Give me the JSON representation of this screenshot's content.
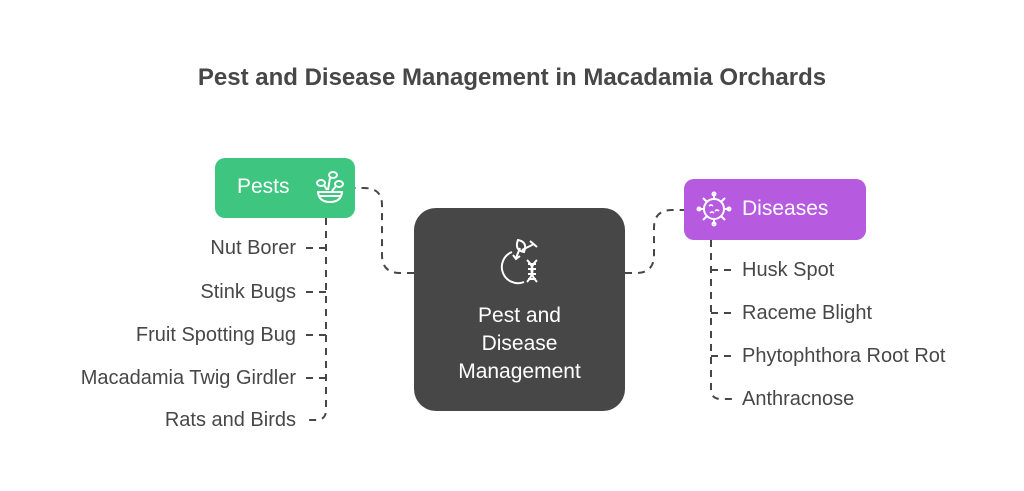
{
  "title": "Pest and Disease Management in Macadamia Orchards",
  "center": {
    "label_lines": [
      "Pest and",
      "Disease",
      "Management"
    ],
    "icon": "apple-dna-icon",
    "color": "#474747"
  },
  "pests": {
    "label": "Pests",
    "icon": "sprout-bowl-icon",
    "color": "#3ec57f",
    "items": [
      "Nut Borer",
      "Stink Bugs",
      "Fruit Spotting Bug",
      "Macadamia Twig Girdler",
      "Rats and Birds"
    ]
  },
  "diseases": {
    "label": "Diseases",
    "icon": "virus-icon",
    "color": "#b65ae0",
    "items": [
      "Husk Spot",
      "Raceme Blight",
      "Phytophthora Root Rot",
      "Anthracnose"
    ]
  }
}
